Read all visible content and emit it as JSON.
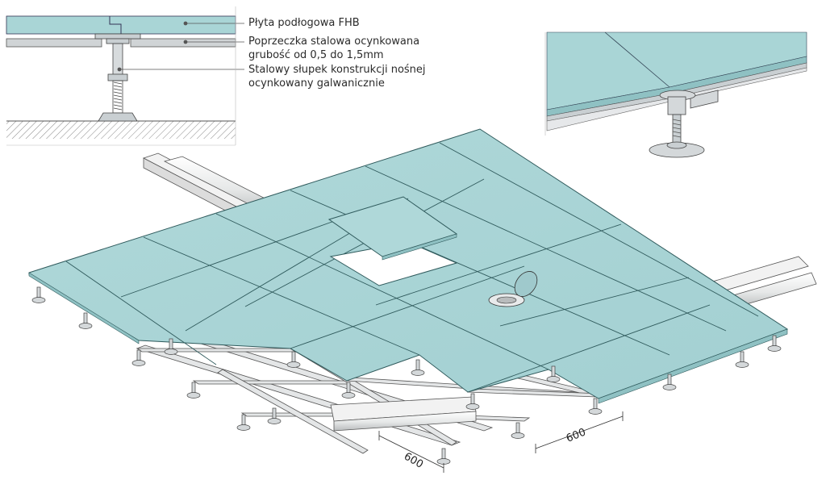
{
  "callouts": {
    "panel": "Płyta podłogowa FHB",
    "stringer_line1": "Poprzeczka stalowa ocynkowana",
    "stringer_line2": "grubość od 0,5 do 1,5mm",
    "pedestal_line1": "Stalowy słupek konstrukcji nośnej",
    "pedestal_line2": "ocynkowany galwanicznie"
  },
  "dimensions": {
    "grid_left": "600",
    "grid_right": "600"
  },
  "colors": {
    "panel_fill": "#a9d5d6",
    "panel_edge": "#2f5a5c",
    "metal": "#c9cfd2",
    "line": "#333333"
  }
}
